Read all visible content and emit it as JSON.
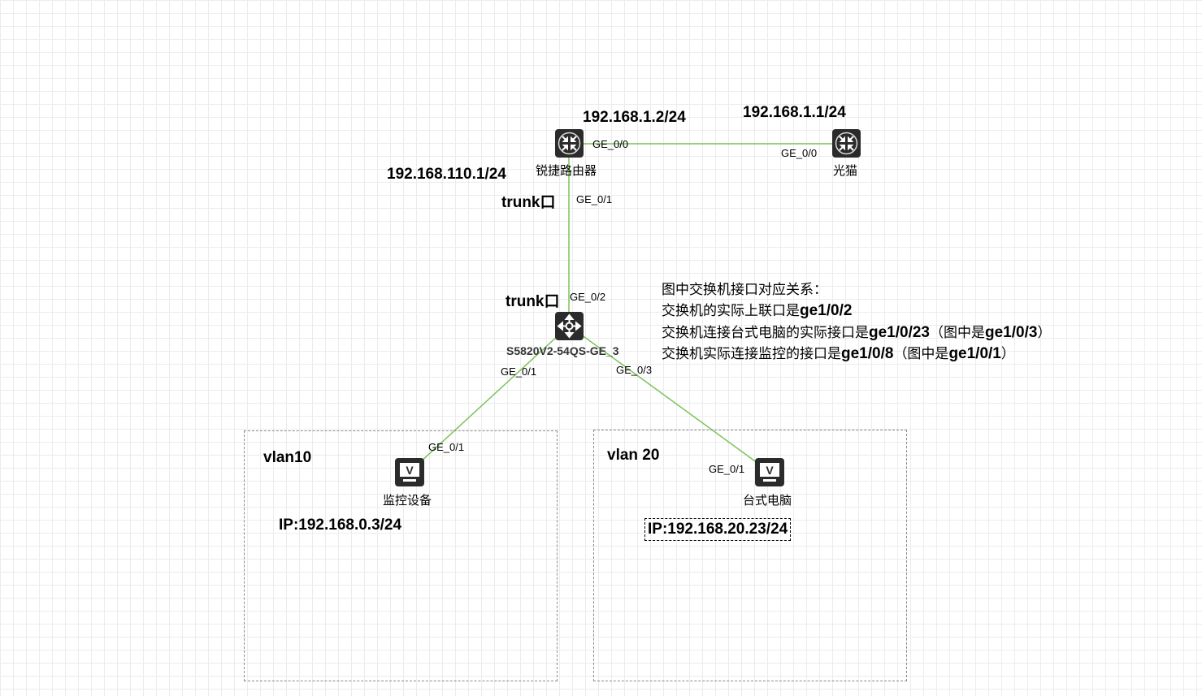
{
  "devices": {
    "router": {
      "label": "锐捷路由器",
      "icon": "router-icon"
    },
    "modem": {
      "label": "光猫",
      "icon": "router-icon"
    },
    "switch": {
      "label": "S5820V2-54QS-GE_3",
      "icon": "switch-icon"
    },
    "camera": {
      "label": "监控设备",
      "icon": "monitor-icon"
    },
    "desktop": {
      "label": "台式电脑",
      "icon": "monitor-icon"
    }
  },
  "ips": {
    "router_wan": "192.168.1.2/24",
    "modem": "192.168.1.1/24",
    "router_lan": "192.168.110.1/24",
    "camera": "IP:192.168.0.3/24",
    "desktop": "IP:192.168.20.23/24"
  },
  "ports": {
    "router_ge00": "GE_0/0",
    "modem_ge00": "GE_0/0",
    "router_ge01": "GE_0/1",
    "switch_ge02": "GE_0/2",
    "switch_ge01": "GE_0/1",
    "switch_ge03": "GE_0/3",
    "camera_ge01": "GE_0/1",
    "desktop_ge01": "GE_0/1"
  },
  "trunk": {
    "router_side": "trunk口",
    "switch_side": "trunk口"
  },
  "vlans": {
    "left": "vlan10",
    "right": "vlan 20"
  },
  "note": {
    "title": "图中交换机接口对应关系：",
    "line1_prefix": "交换机的实际上联口是",
    "line1_bold": "ge1/0/2",
    "line2_prefix": "交换机连接台式电脑的实际接口是",
    "line2_bold": "ge1/0/23",
    "line2_mid": "（图中是",
    "line2_bold2": "ge1/0/3",
    "line2_suffix": "）",
    "line3_prefix": "交换机实际连接监控的接口是",
    "line3_bold": "ge1/0/8",
    "line3_mid": "（图中是",
    "line3_bold2": "ge1/0/1",
    "line3_suffix": "）"
  },
  "colors": {
    "link": "#7cc35a",
    "device_fill": "#2b2b2b",
    "zone_border": "#8a8a8a"
  }
}
